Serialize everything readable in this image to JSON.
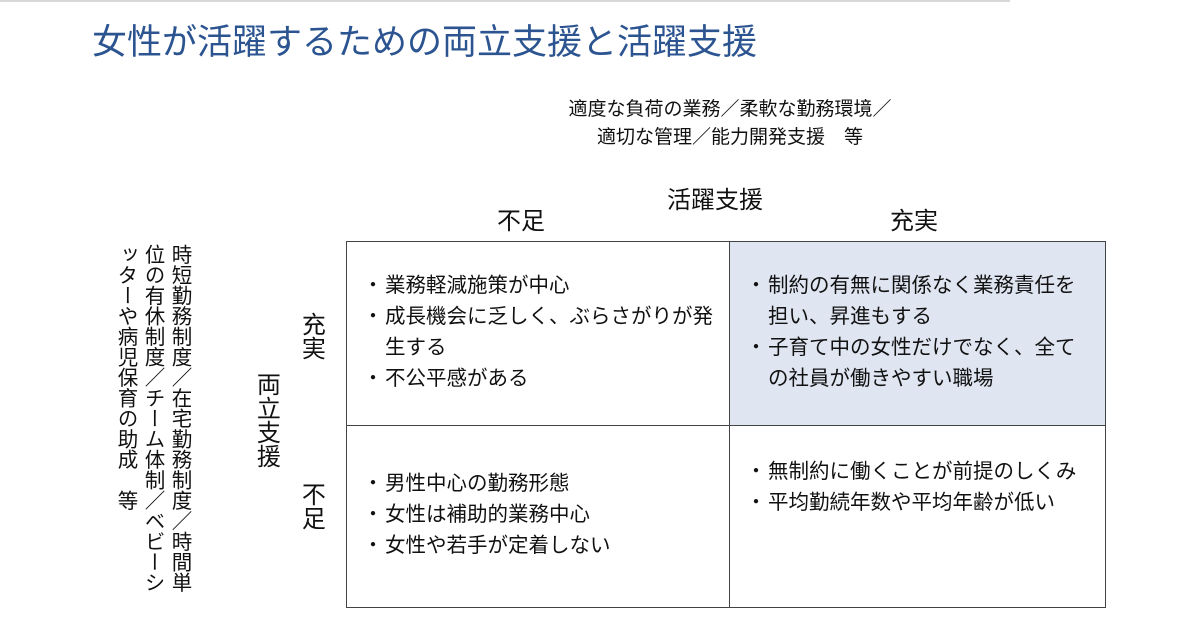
{
  "title": "女性が活躍するための両立支援と活躍支援",
  "katsuyaku_note": [
    "適度な負荷の業務／柔軟な勤務環境／",
    "適切な管理／能力開発支援　等"
  ],
  "ryoritsu_note": "時短勤務制度／在宅勤務制度／時間単位の有休制度／チーム体制／ベビーシッターや病児保育の助成　等",
  "axis_x": {
    "label": "活躍支援",
    "low": "不足",
    "high": "充実"
  },
  "axis_y": {
    "label": "両立支援",
    "high": "充実",
    "low": "不足"
  },
  "cells": {
    "ryoritsu_high_katsuyaku_low": [
      "業務軽減施策が中心",
      "成長機会に乏しく、ぶらさがりが発生する",
      "不公平感がある"
    ],
    "ryoritsu_high_katsuyaku_high": [
      "制約の有無に関係なく業務責任を担い、昇進もする",
      "子育て中の女性だけでなく、全ての社員が働きやすい職場"
    ],
    "ryoritsu_low_katsuyaku_low": [
      "男性中心の勤務形態",
      "女性は補助的業務中心",
      "女性や若手が定着しない"
    ],
    "ryoritsu_low_katsuyaku_high": [
      "無制約に働くことが前提のしくみ",
      "平均勤続年数や平均年齢が低い"
    ]
  },
  "bullet": "・",
  "colors": {
    "title": "#2b5490",
    "highlight_cell": "#dfe5f1"
  }
}
